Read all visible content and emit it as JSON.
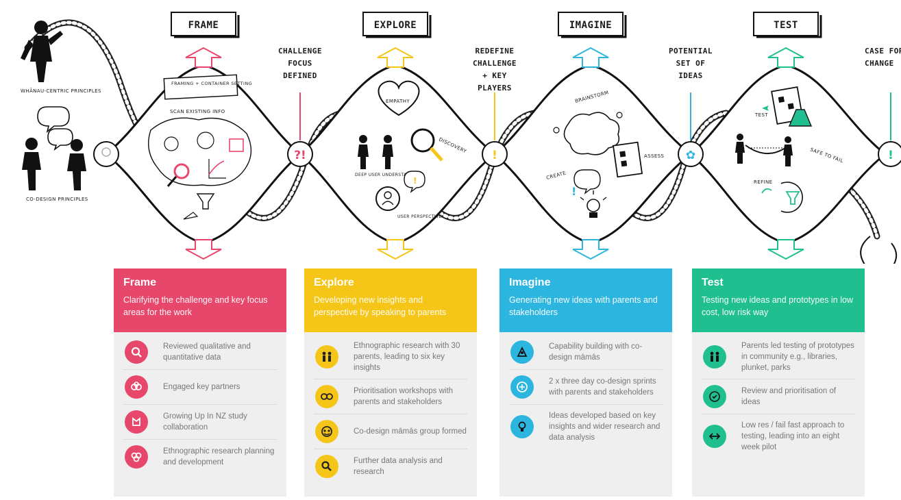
{
  "diagram": {
    "stages": [
      {
        "label": "FRAME",
        "color": "#e8476c"
      },
      {
        "label": "EXPLORE",
        "color": "#f5c518"
      },
      {
        "label": "IMAGINE",
        "color": "#2cb5df"
      },
      {
        "label": "TEST",
        "color": "#1fbf8f"
      }
    ],
    "side_labels": {
      "whanau_principles": "WHĀNAU-CENTRIC PRINCIPLES",
      "codesign_principles": "CO-DESIGN PRINCIPLES"
    },
    "milestones": [
      {
        "label": "CHALLENGE FOCUS DEFINED",
        "node_glyph": "?!"
      },
      {
        "label": "REDEFINE CHALLENGE + KEY PLAYERS",
        "node_glyph": "!"
      },
      {
        "label": "POTENTIAL SET OF IDEAS",
        "node_glyph": "✿"
      },
      {
        "label": "CASE FOR CHANGE",
        "node_glyph": "!"
      }
    ],
    "sketch_labels": {
      "framing": "FRAMING + CONTAINER SETTING",
      "scan": "SCAN EXISTING INFO",
      "empathy": "EMPATHY",
      "deep_user": "DEEP USER UNDERSTANDING",
      "discovery": "DISCOVERY",
      "user_perspective": "USER PERSPECTIVE",
      "brainstorm": "BRAINSTORM",
      "create": "CREATE",
      "assess": "ASSESS",
      "test": "TEST",
      "safe_to_fail": "SAFE TO FAIL",
      "refine": "REFINE"
    }
  },
  "cards": [
    {
      "title": "Frame",
      "description": "Clarifying the challenge and key focus areas for the work",
      "color": "#e8476c",
      "items": [
        {
          "icon": "magnifier-icon",
          "text": "Reviewed qualitative and quantitative data"
        },
        {
          "icon": "partners-icon",
          "text": "Engaged key partners"
        },
        {
          "icon": "collaboration-icon",
          "text": "Growing Up In NZ study collaboration"
        },
        {
          "icon": "planning-icon",
          "text": "Ethnographic research planning and development"
        }
      ]
    },
    {
      "title": "Explore",
      "description": "Developing new insights and perspective by speaking to parents",
      "color": "#f5c518",
      "items": [
        {
          "icon": "people-icon",
          "text": "Ethnographic research with 30 parents, leading to six key insights"
        },
        {
          "icon": "workshop-icon",
          "text": "Prioritisation workshops with parents and stakeholders"
        },
        {
          "icon": "group-icon",
          "text": "Co-design māmās group formed"
        },
        {
          "icon": "analysis-icon",
          "text": "Further data analysis and research"
        }
      ]
    },
    {
      "title": "Imagine",
      "description": "Generating new ideas with parents and stakeholders",
      "color": "#2cb5df",
      "items": [
        {
          "icon": "capability-icon",
          "text": "Capability building with co-design māmās"
        },
        {
          "icon": "sprint-icon",
          "text": "2 x three day co-design sprints with parents and stakeholders"
        },
        {
          "icon": "lightbulb-icon",
          "text": "Ideas developed based on key insights and wider research and data analysis"
        }
      ]
    },
    {
      "title": "Test",
      "description": "Testing new ideas and prototypes in low cost, low risk way",
      "color": "#1fbf8f",
      "items": [
        {
          "icon": "parents-icon",
          "text": "Parents led testing of prototypes in community e.g., libraries, plunket, parks"
        },
        {
          "icon": "review-icon",
          "text": "Review and prioritisation of ideas"
        },
        {
          "icon": "fast-icon",
          "text": "Low res / fail fast approach to testing, leading into an eight week pilot"
        }
      ]
    }
  ]
}
